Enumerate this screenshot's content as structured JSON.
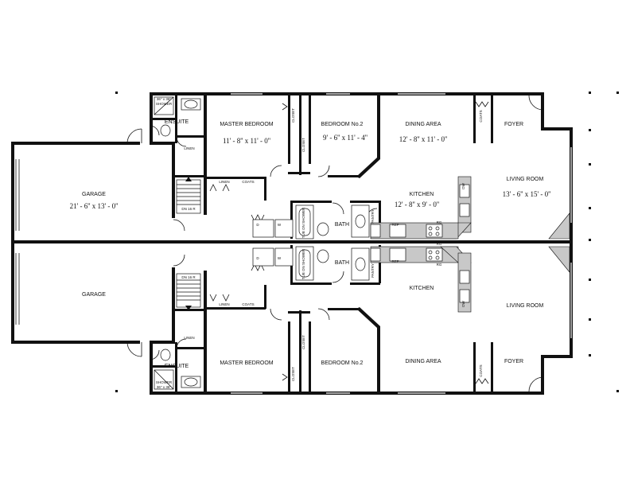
{
  "units": {
    "upper": {
      "garage": {
        "name": "GARAGE",
        "dim": "21' - 6'' x 13' - 0''"
      },
      "master_bedroom": {
        "name": "MASTER BEDROOM",
        "dim": "11' - 8'' x 11' - 0''"
      },
      "bedroom2": {
        "name": "BEDROOM No.2",
        "dim": "9' - 6'' x 11' - 4''"
      },
      "dining": {
        "name": "DINING AREA",
        "dim": "12' - 8'' x 11' - 0''"
      },
      "kitchen": {
        "name": "KITCHEN",
        "dim": "12' - 8'' x 9' - 0''"
      },
      "living": {
        "name": "LIVING ROOM",
        "dim": "13' - 6'' x 15' - 0''"
      },
      "foyer": "FOYER",
      "ensuite": "ENSUITE",
      "bath": "BATH",
      "shower": "SHOWER",
      "shower_size": "36'' x 36''",
      "linen": "LINEN",
      "linen2": "LINEN",
      "coats": "COATS",
      "coats2": "COATS",
      "closet": "CLOSET",
      "closet2": "CLOSET",
      "pantry": "PANTRY",
      "ref": "REF",
      "rg": "RG",
      "rg2": "RG",
      "dw": "DW",
      "stair": "DN 16 R",
      "tub": "TUB ON SHOWER",
      "d": "D",
      "w": "W"
    },
    "lower": {
      "garage": "GARAGE",
      "master_bedroom": "MASTER BEDROOM",
      "bedroom2": "BEDROOM No.2",
      "dining": "DINING AREA",
      "kitchen": "KITCHEN",
      "living": "LIVING ROOM",
      "foyer": "FOYER",
      "ensuite": "ENSUITE",
      "bath": "BATH",
      "shower": "SHOWER",
      "shower_size": "36'' x 36''",
      "linen": "LINEN",
      "linen2": "LINEN",
      "coats": "COATS",
      "coats2": "COATS",
      "closet": "CLOSET",
      "closet2": "CLOSET",
      "pantry": "PANTRY",
      "ref": "REF",
      "rg": "RG",
      "rg2": "RG",
      "dw": "DW",
      "stair": "DN 16 R",
      "tub": "TUB ON SHOWER",
      "d": "D",
      "w": "W"
    }
  }
}
